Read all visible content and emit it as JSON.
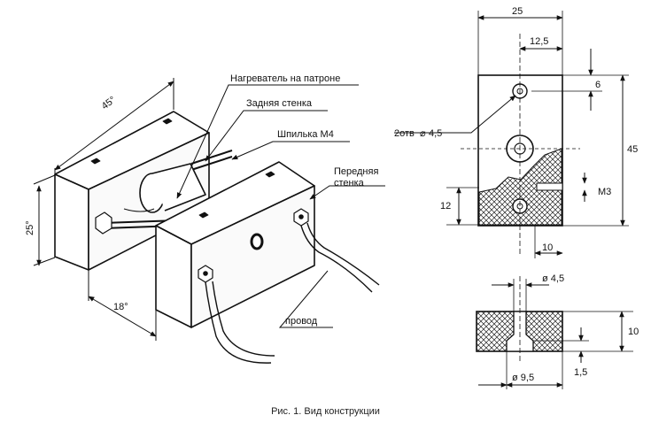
{
  "labels": {
    "heater": "Нагреватель на патроне",
    "back_wall": "Задняя  стенка",
    "stud": "Шпилька  М4",
    "front_wall_line1": "Передняя",
    "front_wall_line2": "стенка",
    "wire": "провод",
    "holes": "2отв",
    "thread": "М3"
  },
  "dimensions": {
    "iso_length": "45°",
    "iso_height": "25°",
    "iso_depth": "18°",
    "front_width": "25",
    "front_half_width": "12,5",
    "front_top_offset": "6",
    "front_height": "45",
    "front_lower": "12",
    "front_bottom_offset": "10",
    "hole_diameter": "4,5",
    "section_top_diameter": "ø 4,5",
    "section_bottom_diameter": "ø 9,5",
    "section_height": "10",
    "section_counterbore": "1,5"
  },
  "caption": "Рис. 1. Вид конструкции"
}
